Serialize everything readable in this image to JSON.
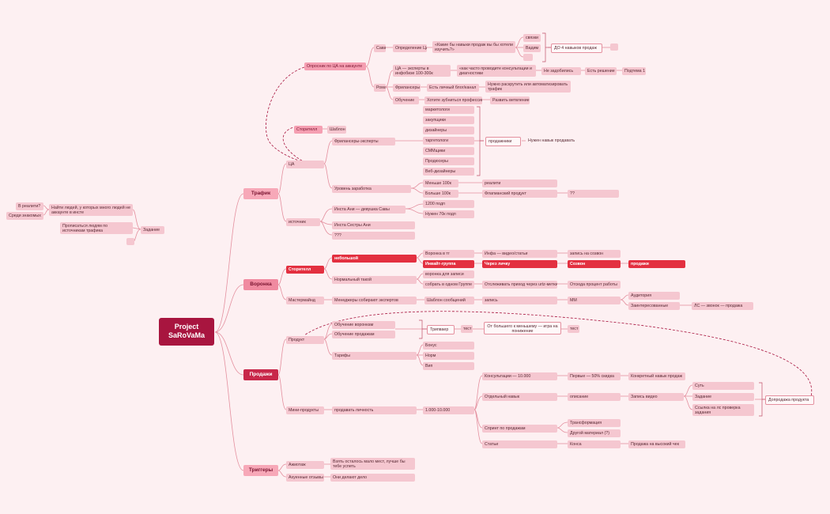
{
  "root": "Project SaRoVaMa",
  "branches": {
    "trafik": "Трафик",
    "voronka": "Воронка",
    "prodazhi": "Продажи",
    "triggery": "Триггеры"
  },
  "trafik": {
    "oprosnik": "Опросник по ЦА на аккаунте",
    "sava": "Сава",
    "opredelenie_ca": "Определение ЦА",
    "kakie_navyki": "«Какие бы навыки продаж вы бы хотели изучить?»",
    "svyazi": "связки",
    "vozhim": "Вадим",
    "do4": "ДО 4 навыков продаж",
    "roma": "Рома",
    "ca_eksperty": "ЦА — эксперты в инфобизе 100-300к",
    "kak_chasto": "«как часто проводите консультации и диагностики",
    "ne_zadobilis": "Не задобились",
    "est_reshenie": "Есть решение",
    "podtema": "Подтема 1",
    "frilansery": "Фрилансеры",
    "est_lichnyi": "Есть личный блог/канал",
    "nuzhno_raskrutit": "Нужно раскрутить или автоматизировать трафик",
    "obuchenie": "Обучение",
    "hotite": "Хотите зубниться профессии",
    "razvit": "Развить ветвление",
    "storitejl": "Сторителл",
    "shablon": "Шаблон",
    "ca": "ЦА",
    "frilansery_eksperty": "Фрилансеры-эксперты",
    "prof": [
      "маркетологи",
      "закупщики",
      "дизайнеры",
      "таргетологи",
      "СММщики",
      "Продюсеры",
      "Веб-дизайнеры"
    ],
    "prodazhniki": "продажники",
    "nuzhen_navyk": "Нужен навык продавать",
    "uroven": "Уровень заработка",
    "menshe": "Меньше 100к",
    "realnyi": "реалити",
    "bolshe": "Больше 100к",
    "flagmanskiy": "Флагманский продукт",
    "qq": "??",
    "istochnik": "источник",
    "insta_anya": "Инста Ани — девушка Савы",
    "podp1200": "1200 подп",
    "nuzhen70": "Нужен 70к подп",
    "insta_sestry": "Инста Сестры Ани",
    "qqq": "???"
  },
  "left": {
    "v_realnosti": "В реалити?",
    "sredi_znakomyh": "Среди знакомых",
    "nayti_lyudey": "Найти людей, у которых много людей не аккаунте в инсте",
    "propisatsya": "Прописаться людям по источникам трафика",
    "zadanie": "Задание"
  },
  "voronka": {
    "storitejl": "Сторителл",
    "nebolshoy": "небольшой",
    "voronka_tg": "Воронка в тг",
    "infa": "Инфа — видео/статьи",
    "zapis_na_sozvon": "запись на созвон",
    "intensiv": "Инвайт-группа",
    "cherez_lichku": "Через личку",
    "sozvon": "Созвон",
    "prodazhi": "продажи",
    "normalnyi": "Нормальный такой",
    "voronka_dlya": "воронка для записи",
    "sobrat": "собрать в одном Группе",
    "otslezhivat": "Отслеживать приход через urtz-метки",
    "otsoda": "Отсюда процент работы",
    "masterminy": "Мастермайнд",
    "menedzhery": "Менеджеры собирают экспертов",
    "shablon_soobsh": "Шаблон сообщений",
    "zapis": "запись",
    "mm": "ММ",
    "auditoriya": "Аудитория",
    "zainteresovannye": "Заинтересованные",
    "ls_zvonok": "ЛС — звонок — продажа"
  },
  "prodazhi": {
    "produkt": "Продукт",
    "obuchenie_voronkam": "Обучение воронкам",
    "obuchenie_prodazham": "Обучение продажам",
    "tripvayer": "Трипваер",
    "test": "тест",
    "ot_bolshego": "От большего к меньшему — игра на понижение",
    "test2": "тест",
    "tarify": "Тарифы",
    "bonus": "Бонус",
    "norm": "Норм",
    "vip": "Вип",
    "mini": "Мини-продукты",
    "prodavat": "продавать личность",
    "range": "1.000-10.000",
    "konsultacii": "Консультации — 10.000",
    "pervye": "Первые — 50% скидка",
    "konkretnyi": "Конкретный навык продаж",
    "otdelnyi": "Отдельный навык",
    "opisanie": "описание",
    "zapis_video": "Запись видео",
    "sut": "Суть",
    "zadanie": "Задание",
    "ssylka": "Ссылка на лс проверка задания",
    "doprodazha": "Допродажа продукта",
    "sprint": "Спринт по продажам",
    "transformaciya": "Трансформация",
    "drugoy": "Другой материал (?)",
    "stati": "Статьи",
    "konsa": "Конса",
    "prodazha_vysokiy": "Продажа на высокий чек"
  },
  "triggery": {
    "azhiotazh": "Ажиотаж",
    "vzyat": "Взять осталось мало мест, лучше бы тебе успеть",
    "ahuennye": "Ахуенные отзывы",
    "oni_delayut": "Они делают дело"
  },
  "colors": {
    "background": "#fdf0f2",
    "root": "#a8153f",
    "accent": "#e33040",
    "node": "#f5c7d0",
    "line": "#e4909f"
  }
}
